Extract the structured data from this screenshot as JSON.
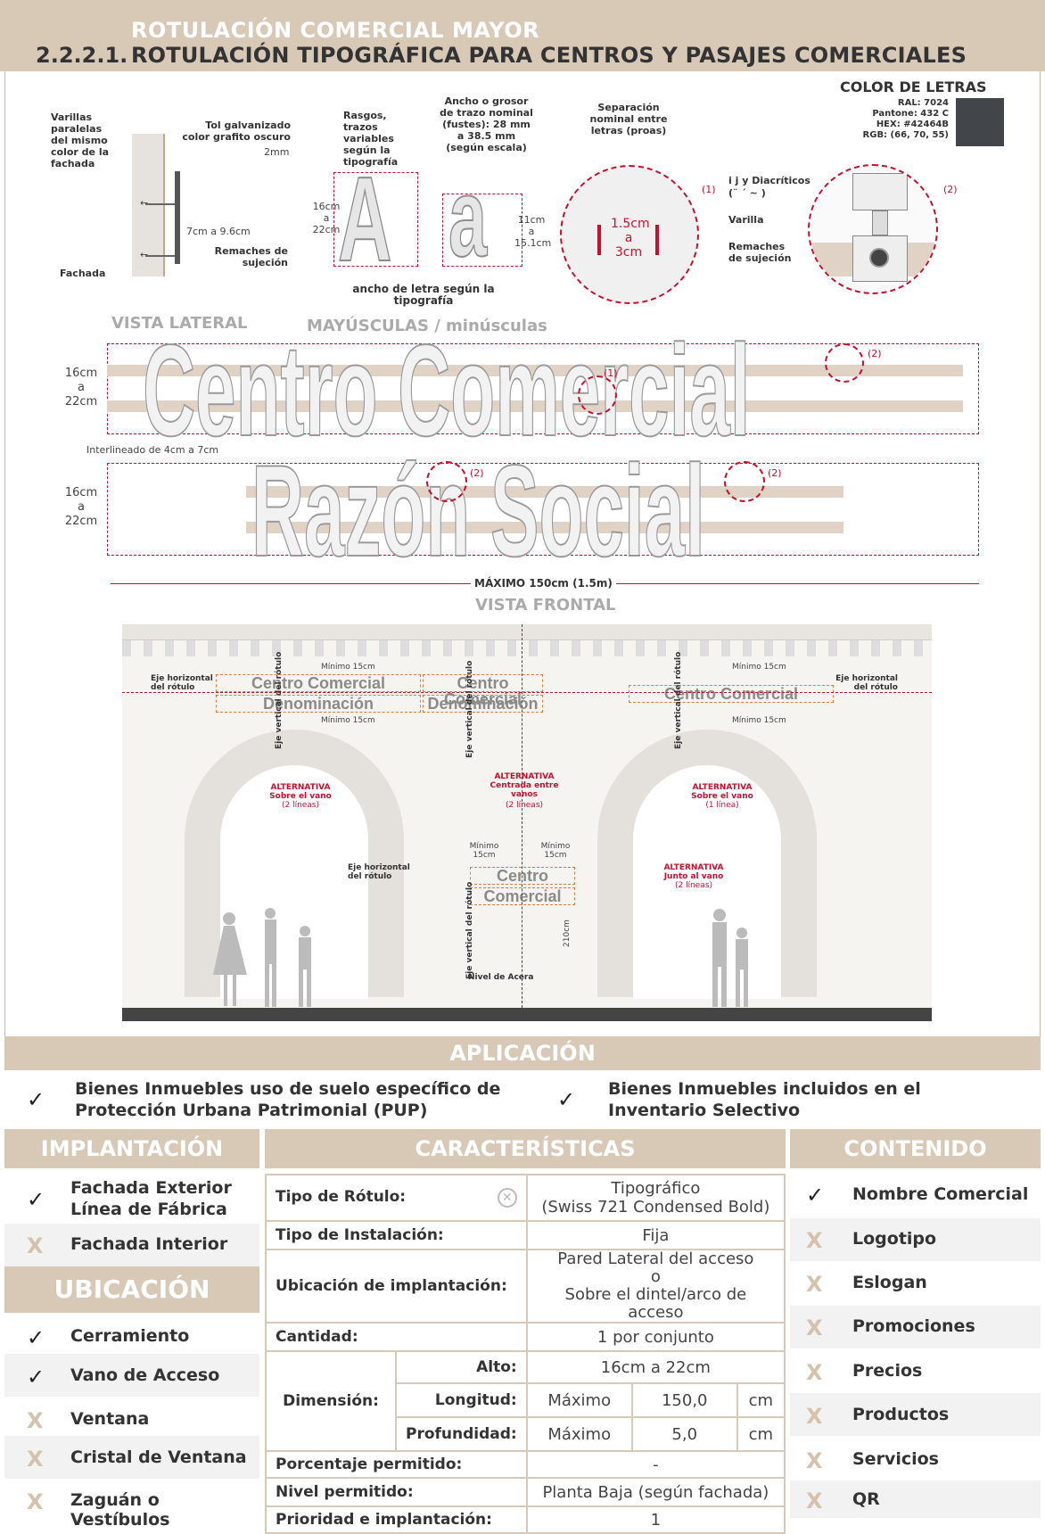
{
  "header": {
    "section": "ROTULACIÓN COMERCIAL MAYOR",
    "number": "2.2.2.1.",
    "title": "ROTULACIÓN TIPOGRÁFICA PARA CENTROS Y PASAJES COMERCIALES"
  },
  "lateral": {
    "varillas": "Varillas paralelas del mismo color de la fachada",
    "tol": "Tol galvanizado color grafito oscuro",
    "tol_thickness": "2mm",
    "spacing": "7cm a 9.6cm",
    "remaches": "Remaches de sujeción",
    "fachada": "Fachada",
    "caption": "VISTA LATERAL"
  },
  "letters": {
    "rasgos": "Rasgos, trazos variables según la tipografía",
    "grosor": "Ancho o grosor de trazo nominal (fustes): 28 mm a 38.5 mm (según escala)",
    "upper": "A",
    "lower": "a",
    "upper_height": "16cm a 22cm",
    "lower_height": "11cm a 15.1cm",
    "width": "ancho de letra según la tipografía",
    "caption": "MAYÚSCULAS / minúsculas"
  },
  "separation": {
    "label": "Separación nominal entre letras (proas)",
    "value": "1.5cm a 3cm",
    "marker": "(1)"
  },
  "color": {
    "title": "COLOR DE LETRAS",
    "ral": "RAL: 7024",
    "pantone": "Pantone: 432 C",
    "hex": "HEX: #42464B",
    "rgb": "RGB: (66, 70, 55)",
    "swatch": "#42464b"
  },
  "detail2": {
    "ij": "i j y Diacríticos",
    "diacritics": "(¨ ´ ~ )",
    "varilla": "Varilla",
    "remaches": "Remaches de sujeción",
    "marker": "(2)"
  },
  "frontal": {
    "line1": "Centro Comercial",
    "line2": "Razón Social",
    "height1": "16cm a 22cm",
    "height2": "16cm a 22cm",
    "interline": "Interlineado de 4cm a 7cm",
    "max": "MÁXIMO 150cm (1.5m)",
    "caption": "VISTA FRONTAL",
    "m1": "(1)",
    "m2": "(2)"
  },
  "facade": {
    "eje_h": "Eje horizontal del rótulo",
    "eje_v": "Eje vertical del rótulo",
    "min15": "Mínimo 15cm",
    "min15_a": "Mínimo",
    "min15_b": "15cm",
    "sign_a1": "Centro Comercial",
    "sign_a2": "Denominación",
    "sign_c1": "Centro",
    "sign_c2": "Comercial",
    "alt": "ALTERNATIVA",
    "alt_sobre": "Sobre el vano",
    "alt_centrada": "Centrada entre vanos",
    "alt_junto": "Junto al vano",
    "dos_lineas": "(2 líneas)",
    "una_linea": "(1 línea)",
    "nivel": "Nivel de Acera",
    "h210": "210cm"
  },
  "aplicacion": {
    "title": "APLICACIÓN",
    "item1": "Bienes Inmuebles uso de suelo específico de Protección Urbana Patrimonial (PUP)",
    "item2": "Bienes Inmuebles incluidos en el Inventario Selectivo"
  },
  "implantacion": {
    "title": "IMPLANTACIÓN",
    "items": [
      {
        "label": "Fachada Exterior Línea de Fábrica",
        "allowed": true
      },
      {
        "label": "Fachada Interior",
        "allowed": false
      }
    ]
  },
  "ubicacion": {
    "title": "UBICACIÓN",
    "items": [
      {
        "label": "Cerramiento",
        "allowed": true
      },
      {
        "label": "Vano de Acceso",
        "allowed": true
      },
      {
        "label": "Ventana",
        "allowed": false
      },
      {
        "label": "Cristal de Ventana",
        "allowed": false
      },
      {
        "label": "Zaguán o Vestíbulos",
        "allowed": false
      }
    ]
  },
  "caracteristicas": {
    "title": "CARACTERÍSTICAS",
    "tipo_rotulo_k": "Tipo de Rótulo:",
    "tipo_rotulo_v1": "Tipográfico",
    "tipo_rotulo_v2": "(Swiss 721 Condensed Bold)",
    "tipo_inst_k": "Tipo de Instalación:",
    "tipo_inst_v": "Fija",
    "ubic_k": "Ubicación de implantación:",
    "ubic_v1": "Pared Lateral del acceso",
    "ubic_v2": "o",
    "ubic_v3": "Sobre el dintel/arco de acceso",
    "cantidad_k": "Cantidad:",
    "cantidad_v": "1 por conjunto",
    "dimension_k": "Dimensión:",
    "alto_k": "Alto:",
    "alto_v": "16cm a 22cm",
    "long_k": "Longitud:",
    "long_a": "Máximo",
    "long_b": "150,0",
    "long_c": "cm",
    "prof_k": "Profundidad:",
    "prof_a": "Máximo",
    "prof_b": "5,0",
    "prof_c": "cm",
    "porc_k": "Porcentaje permitido:",
    "porc_v": "-",
    "nivel_k": "Nivel permitido:",
    "nivel_v": "Planta Baja (según fachada)",
    "prio_k": "Prioridad e implantación:",
    "prio_v": "1"
  },
  "contenido": {
    "title": "CONTENIDO",
    "items": [
      {
        "label": "Nombre Comercial",
        "allowed": true
      },
      {
        "label": "Logotipo",
        "allowed": false
      },
      {
        "label": "Eslogan",
        "allowed": false
      },
      {
        "label": "Promociones",
        "allowed": false
      },
      {
        "label": "Precios",
        "allowed": false
      },
      {
        "label": "Productos",
        "allowed": false
      },
      {
        "label": "Servicios",
        "allowed": false
      },
      {
        "label": "QR",
        "allowed": false
      }
    ]
  },
  "symbols": {
    "check": "✓",
    "x": "X"
  }
}
